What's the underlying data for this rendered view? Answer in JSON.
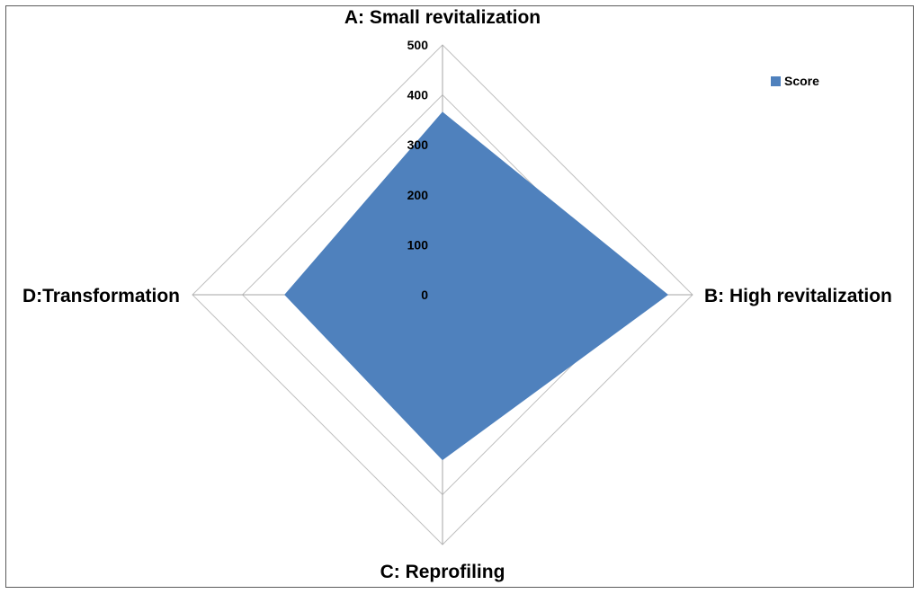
{
  "chart_data": {
    "type": "radar",
    "categories": [
      "A: Small revitalization",
      "B: High revitalization",
      "C: Reprofiling",
      "D:Transformation"
    ],
    "series": [
      {
        "name": "Score",
        "values": [
          365,
          450,
          330,
          315
        ]
      }
    ],
    "rlim": [
      0,
      500
    ],
    "ticks": [
      0,
      100,
      200,
      300,
      400,
      500
    ],
    "tick_labels": [
      "0",
      "100",
      "200",
      "300",
      "400",
      "500"
    ],
    "grid": true,
    "legend_position": "top-right",
    "colors": {
      "fill": "#4f81bd",
      "grid": "#c0c0c0",
      "axis": "#a6a6a6",
      "frame": "#5a5a5a"
    }
  }
}
